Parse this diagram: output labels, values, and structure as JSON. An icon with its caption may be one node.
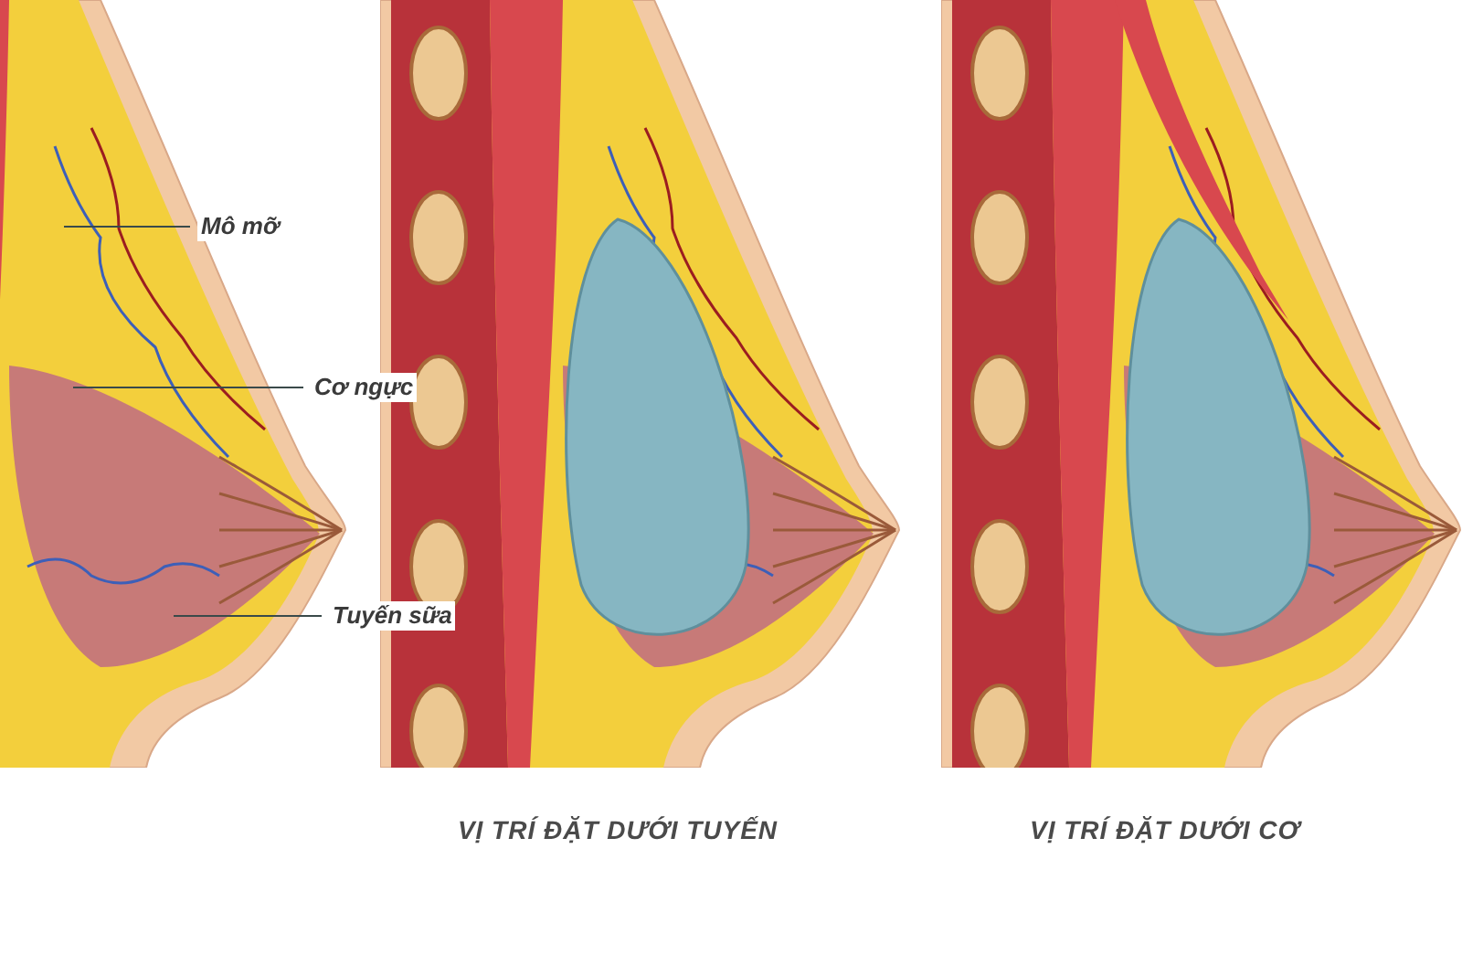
{
  "diagram": {
    "nodes": [
      {
        "text": [],
        "shape": "picture"
      },
      {
        "text": [],
        "shape": "picture"
      },
      {
        "text": [],
        "shape": "picture"
      },
      {
        "text": [
          "Mô mỡ"
        ]
      },
      {
        "text": [
          "Cơ ngực"
        ]
      },
      {
        "text": [
          "Tuyến sữa"
        ]
      }
    ],
    "edges": [
      {
        "from": 3,
        "to": 0,
        "arrow": "none"
      },
      {
        "from": 4,
        "to": 0,
        "arrow": "none"
      },
      {
        "from": 5,
        "to": 0,
        "arrow": "none"
      }
    ],
    "labels": [
      "VỊ TRÍ ĐẶT DƯỚI TUYẾN",
      "VỊ TRÍ ĐẶT DƯỚI CƠ"
    ]
  }
}
